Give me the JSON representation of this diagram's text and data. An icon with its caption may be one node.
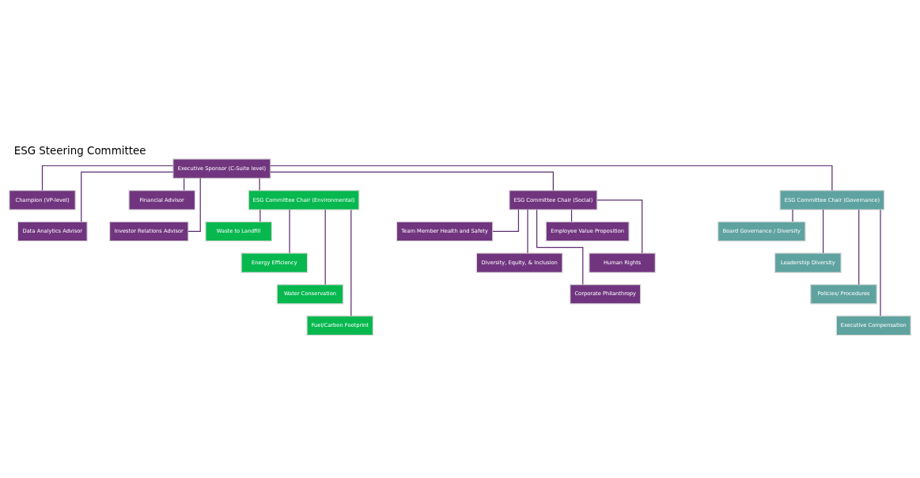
{
  "diagram": {
    "title": "ESG Steering Committee",
    "nodes": [
      {
        "text": [
          "Executive Sponsor (C-Suite level)"
        ]
      },
      {
        "text": [
          "Champion (VP-level)"
        ]
      },
      {
        "text": [
          "Financial Advisor"
        ]
      },
      {
        "text": [
          "Data Analytics Advisor"
        ]
      },
      {
        "text": [
          "Investor Relations Advisor"
        ]
      },
      {
        "text": [
          "ESG Committee Chair (Environmental)"
        ]
      },
      {
        "text": [
          "Waste to Landfill"
        ]
      },
      {
        "text": [
          "Energy Efficiency"
        ]
      },
      {
        "text": [
          "Water Conservation"
        ]
      },
      {
        "text": [
          "Fuel/Carbon Footprint"
        ]
      },
      {
        "text": [
          "ESG Committee Chair (Social)"
        ]
      },
      {
        "text": [
          "Team Member Health and Safety"
        ]
      },
      {
        "text": [
          "Employee Value Proposition"
        ]
      },
      {
        "text": [
          "Diversity, Equity, & Inclusion"
        ]
      },
      {
        "text": [
          "Human Rights"
        ]
      },
      {
        "text": [
          "Corporate Philanthropy"
        ]
      },
      {
        "text": [
          "ESG Committee Chair (Governance)"
        ]
      },
      {
        "text": [
          "Board Governance / Diversity"
        ]
      },
      {
        "text": [
          "Leadership Diversity"
        ]
      },
      {
        "text": [
          "Policies/ Procedures"
        ]
      },
      {
        "text": [
          "Executive Compensation"
        ]
      }
    ],
    "edges": [
      {
        "from": 0,
        "to": 1,
        "arrow": "none"
      },
      {
        "from": 0,
        "to": 2,
        "arrow": "none"
      },
      {
        "from": 0,
        "to": 3,
        "arrow": "none"
      },
      {
        "from": 0,
        "to": 4,
        "arrow": "none"
      },
      {
        "from": 0,
        "to": 5,
        "arrow": "none"
      },
      {
        "from": 0,
        "to": 10,
        "arrow": "none"
      },
      {
        "from": 0,
        "to": 16,
        "arrow": "none"
      },
      {
        "from": 5,
        "to": 6,
        "arrow": "none"
      },
      {
        "from": 5,
        "to": 7,
        "arrow": "none"
      },
      {
        "from": 5,
        "to": 8,
        "arrow": "none"
      },
      {
        "from": 5,
        "to": 9,
        "arrow": "none"
      },
      {
        "from": 10,
        "to": 11,
        "arrow": "none"
      },
      {
        "from": 10,
        "to": 12,
        "arrow": "none"
      },
      {
        "from": 10,
        "to": 13,
        "arrow": "none"
      },
      {
        "from": 10,
        "to": 14,
        "arrow": "none"
      },
      {
        "from": 10,
        "to": 15,
        "arrow": "none"
      },
      {
        "from": 16,
        "to": 17,
        "arrow": "none"
      },
      {
        "from": 16,
        "to": 18,
        "arrow": "none"
      },
      {
        "from": 16,
        "to": 19,
        "arrow": "none"
      },
      {
        "from": 16,
        "to": 20,
        "arrow": "none"
      }
    ]
  }
}
